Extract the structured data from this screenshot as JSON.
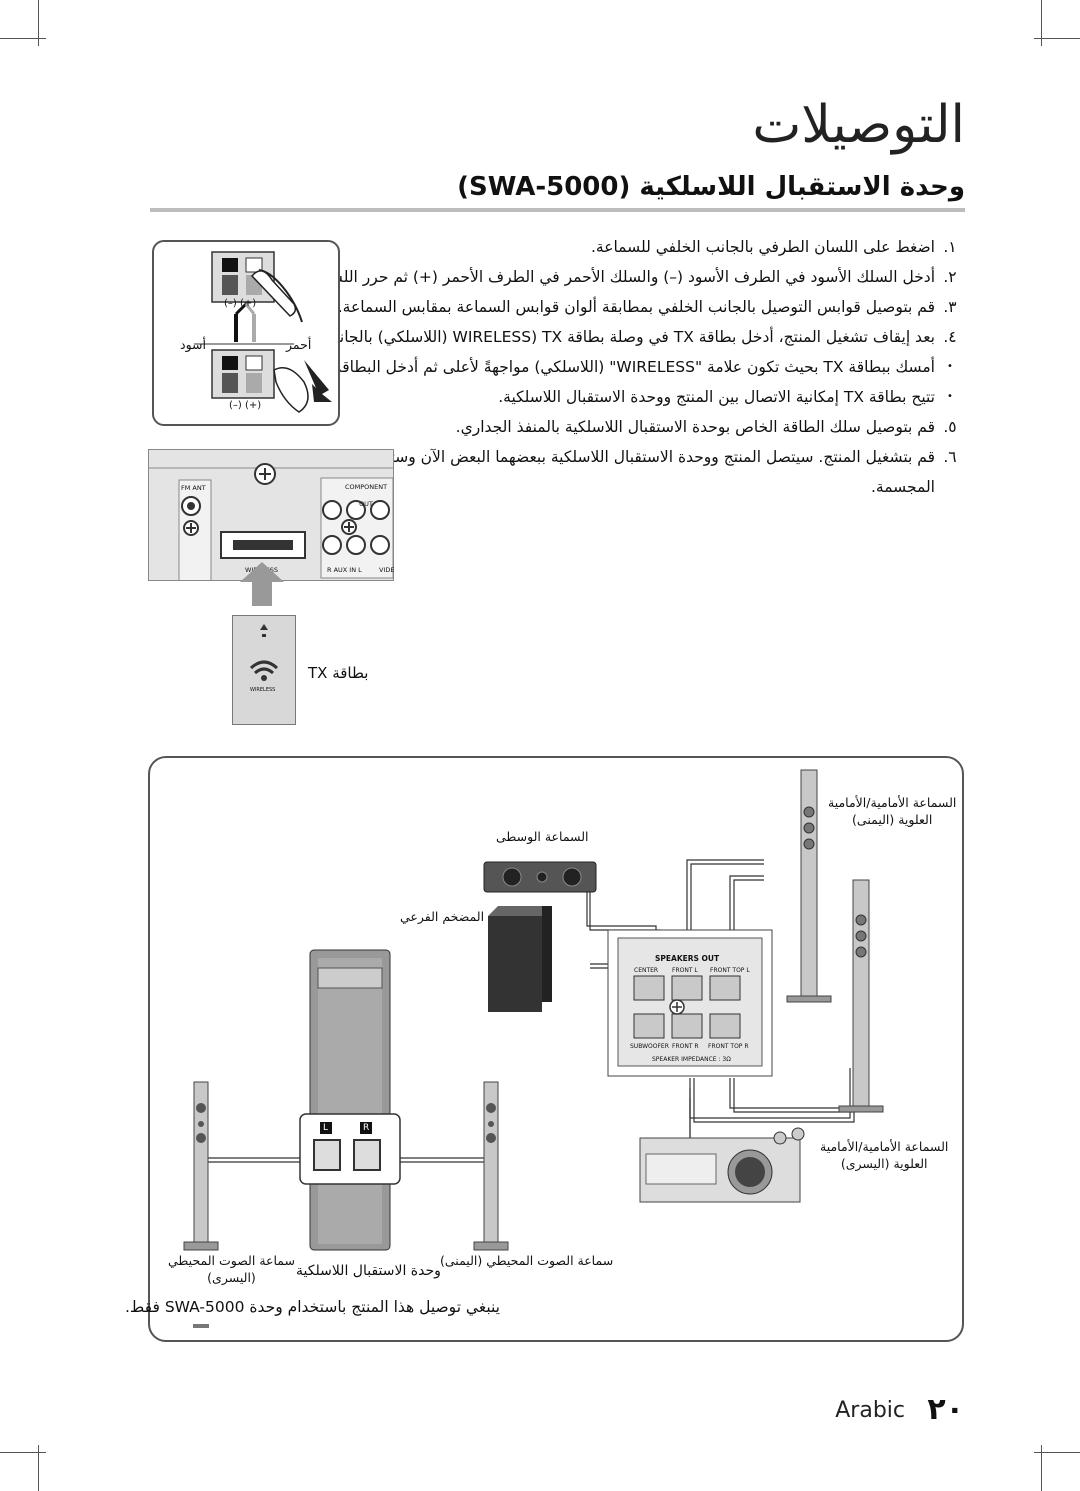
{
  "header": {
    "title": "التوصيلات",
    "subtitle": "وحدة الاستقبال اللاسلكية (SWA-5000)"
  },
  "steps": [
    {
      "num": "١.",
      "text": "اضغط على اللسان الطرفي بالجانب الخلفي للسماعة."
    },
    {
      "num": "٢.",
      "text": "أدخل السلك الأسود في الطرف الأسود (–) والسلك الأحمر في الطرف الأحمر (+) ثم حرر اللسان."
    },
    {
      "num": "٣.",
      "text": "قم بتوصيل قوابس التوصيل بالجانب الخلفي بمطابقة ألوان قوابس السماعة بمقابس السماعة."
    },
    {
      "num": "٤.",
      "text": "بعد إيقاف تشغيل المنتج، أدخل بطاقة TX في وصلة بطاقة WIRELESS) TX (اللاسلكي) بالجانب الخلفي للمنتج."
    },
    {
      "num": "•",
      "text": "أمسك ببطاقة TX بحيث تكون علامة \"WIRELESS\" (اللاسلكي) مواجهةً لأعلى ثم أدخل البطاقة في المنفذ."
    },
    {
      "num": "•",
      "text": "تتيح بطاقة TX إمكانية الاتصال بين المنتج ووحدة الاستقبال اللاسلكية."
    },
    {
      "num": "٥.",
      "text": "قم بتوصيل سلك الطاقة الخاص بوحدة الاستقبال اللاسلكية بالمنفذ الجداري."
    },
    {
      "num": "٦.",
      "text": "قم بتشغيل المنتج. سيتصل المنتج ووحدة الاستقبال اللاسلكية ببعضهما البعض الآن وستسمع صوتًا من السماعات المجسمة."
    }
  ],
  "figure1": {
    "red_label": "أحمر",
    "black_label": "أسود",
    "polarity_top": "(–) (+)",
    "polarity_bottom": "(–) (+)"
  },
  "rear_panel": {
    "fm_ant": "FM ANT",
    "component_out": "COMPONENT OUT",
    "wireless": "WIRELESS",
    "aux_in": "R  AUX IN  L",
    "video": "VIDE"
  },
  "tx_card": {
    "label": "بطاقة TX",
    "card_text": "WIRELESS"
  },
  "diagram": {
    "center_speaker": "السماعة الوسطى",
    "subwoofer": "المضخم الفرعي",
    "front_left": "السماعة الأمامية/الأمامية\nالعلوية (اليسرى)",
    "front_right": "السماعة الأمامية/الأمامية\nالعلوية (اليمنى)",
    "surround_left": "سماعة الصوت المحيطي\n(اليسرى)",
    "surround_right": "سماعة الصوت المحيطي (اليمنى)",
    "wireless_module": "وحدة الاستقبال اللاسلكية",
    "speakers_out": "SPEAKERS OUT",
    "center": "CENTER",
    "front_l": "FRONT L",
    "front_top_l": "FRONT TOP L",
    "subwoofer_term": "SUBWOOFER",
    "front_r": "FRONT R",
    "front_top_r": "FRONT TOP R",
    "impedance": "SPEAKER IMPEDANCE : 3Ω",
    "module_l": "L",
    "module_r": "R"
  },
  "footnote": "ينبغي توصيل هذا المنتج باستخدام وحدة SWA-5000 فقط.",
  "footer": {
    "language": "Arabic",
    "page_number": "٢٠"
  }
}
